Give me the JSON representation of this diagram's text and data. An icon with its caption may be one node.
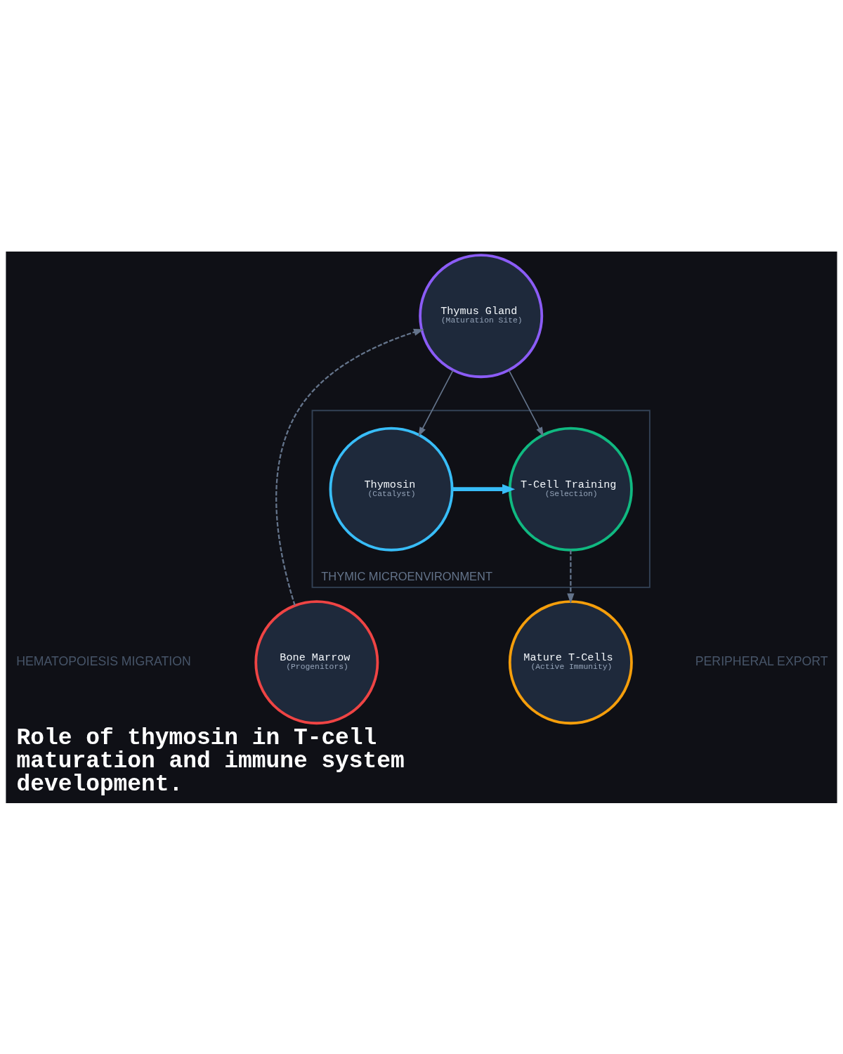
{
  "diagram": {
    "title": "Role of thymosin in T-cell maturation and immune system development.",
    "nodes": [
      {
        "text": [
          "THYMIC MICROENVIRONMENT"
        ]
      },
      {
        "text": [
          "Thymus Gland",
          "(Maturation Site)"
        ]
      },
      {
        "text": [
          "Thymosin",
          "(Catalyst)"
        ],
        "in": 0
      },
      {
        "text": [
          "T-Cell Training",
          "(Selection)"
        ],
        "in": 0
      },
      {
        "text": [
          "Bone Marrow",
          "(Progenitors)"
        ]
      },
      {
        "text": [
          "Mature T-Cells",
          "(Active Immunity)"
        ]
      }
    ],
    "edges": [
      {
        "from": 4,
        "to": 1,
        "arrow": "to",
        "style": "dashed"
      },
      {
        "from": 1,
        "to": 2,
        "arrow": "to"
      },
      {
        "from": 1,
        "to": 3,
        "arrow": "to"
      },
      {
        "from": 2,
        "to": 3,
        "arrow": "to",
        "style": "thick",
        "color": "#38bdf8"
      },
      {
        "from": 3,
        "to": 5,
        "arrow": "to",
        "style": "dashed"
      }
    ],
    "labels": [
      "HEMATOPOIESIS MIGRATION",
      "PERIPHERAL EXPORT"
    ]
  }
}
